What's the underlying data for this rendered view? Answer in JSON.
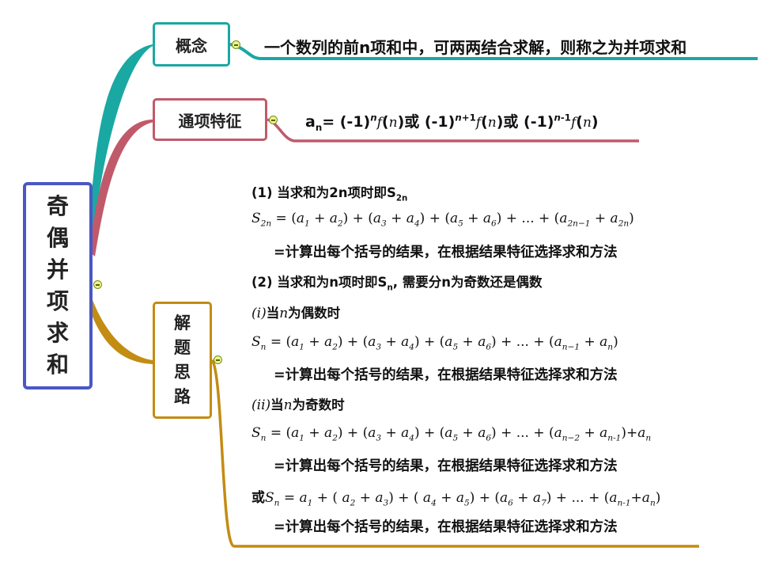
{
  "root": {
    "chars": [
      "奇",
      "偶",
      "并",
      "项",
      "求",
      "和"
    ]
  },
  "nodes": {
    "concept": {
      "label": "概念",
      "text": "一个数列的前n项和中，可两两结合求解，则称之为并项求和"
    },
    "general_term": {
      "label": "通项特征"
    },
    "approach": {
      "chars": [
        "解",
        "题",
        "思",
        "路"
      ]
    }
  },
  "approach": {
    "case1_title": "(1) 当求和为2n项时即S",
    "case1_title_sub": "2n",
    "case2_title": "(2) 当求和为n项时即S",
    "case2_title_sub": "n",
    "case2_title_tail": ", 需要分n为奇数还是偶数",
    "case_even_prefix": "(i)",
    "case_even_text": "当",
    "case_even_var": "n",
    "case_even_tail": "为偶数时",
    "case_odd_prefix": "(ii)",
    "case_odd_text": "当",
    "case_odd_var": "n",
    "case_odd_tail": "为奇数时",
    "or_prefix": "或",
    "result_text": "=计算出每个括号的结果，在根据结果特征选择求和方法"
  },
  "colors": {
    "root_border": "#4a57c4",
    "concept_branch": "#1aa8a3",
    "general_term_branch": "#c05a6a",
    "approach_branch": "#c38c12"
  }
}
